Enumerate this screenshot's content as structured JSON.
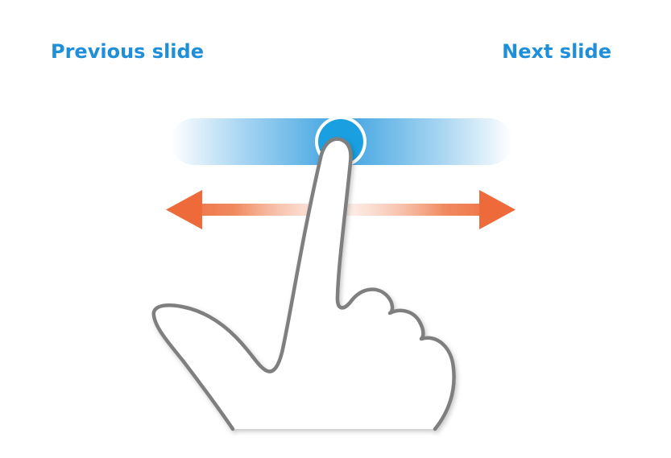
{
  "navigation": {
    "previous_label": "Previous slide",
    "next_label": "Next slide"
  },
  "gesture": {
    "type": "horizontal-swipe",
    "icons": [
      "touch-point-icon",
      "swipe-left-arrow-icon",
      "swipe-right-arrow-icon",
      "hand-pointer-icon"
    ]
  },
  "colors": {
    "label_blue": "#1e8fd8",
    "track_blue": "#45a6e2",
    "touch_point": "#1a9fe0",
    "arrow_orange": "#ee6a3a",
    "hand_outline": "#7f7f7f"
  }
}
